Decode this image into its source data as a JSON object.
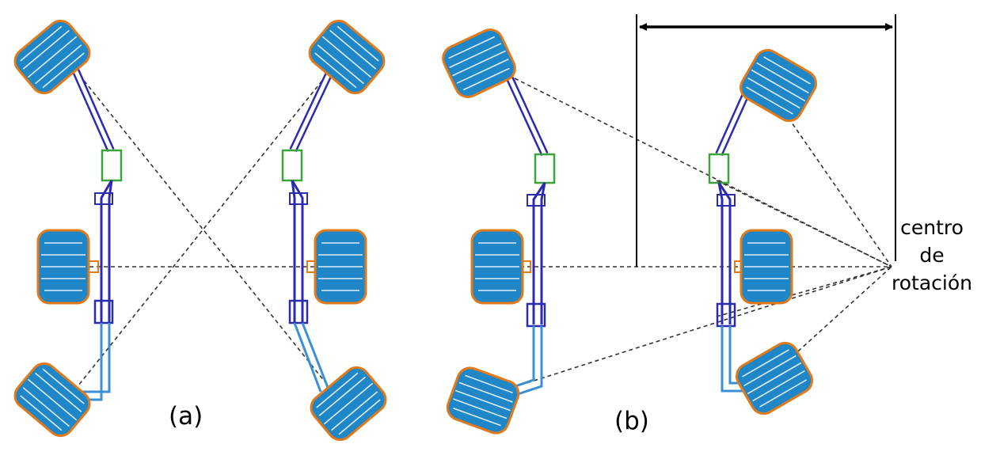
{
  "labels": {
    "panel_a": "(a)",
    "panel_b": "(b)",
    "rotation_center": [
      "centro",
      "de",
      "rotación"
    ]
  },
  "colors": {
    "tire": "#1f86c8",
    "tire_tread": "#ffffff",
    "tire_edge": "#e37a1a",
    "frame": "#2b2bb0",
    "frame_light": "#3a8fd6",
    "joint": "#3aa33a",
    "ref_line": "#333333",
    "dimension": "#000000"
  }
}
